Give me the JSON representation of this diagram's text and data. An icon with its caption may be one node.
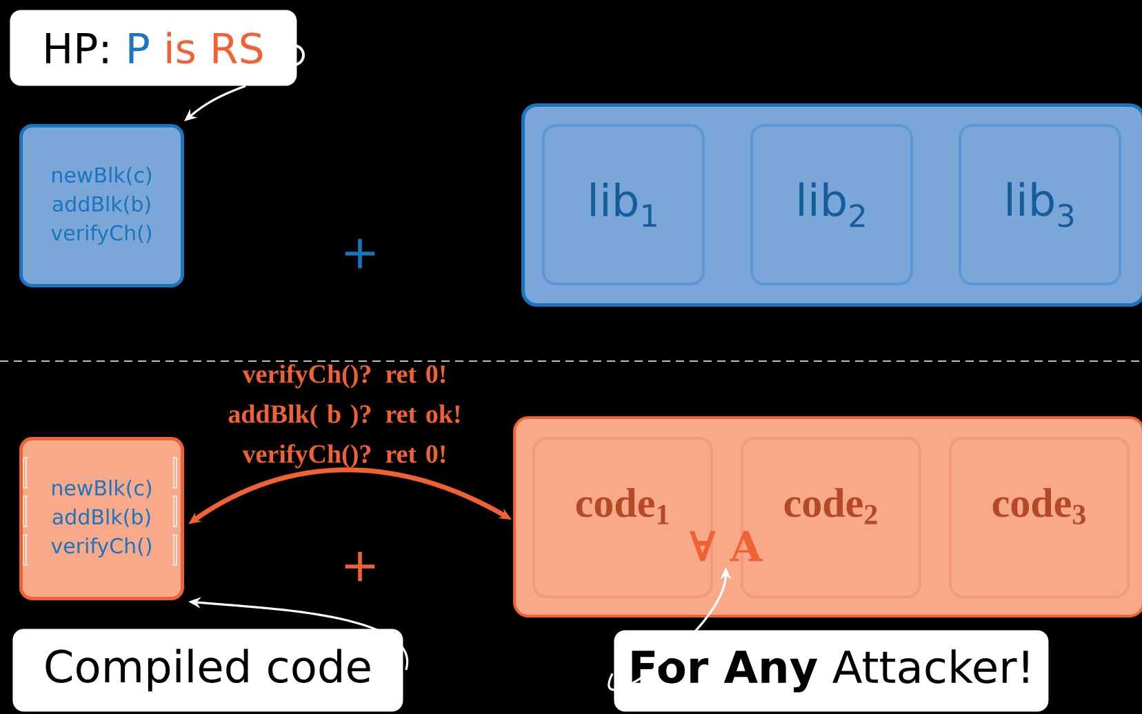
{
  "diagram": {
    "nodes": [
      {
        "text": [
          "HP:",
          "P",
          "is RS"
        ]
      },
      {
        "text": [
          "newBlk(c)",
          "addBlk(b)",
          "verifyCh()"
        ]
      },
      {
        "text": [],
        "shape": "box"
      },
      {
        "text": [
          "lib$_{1}$"
        ],
        "in": 2
      },
      {
        "text": [
          "lib$_{2}$"
        ],
        "in": 2
      },
      {
        "text": [
          "lib$_{3}$"
        ],
        "in": 2
      },
      {
        "text": [
          "newBlk(c)",
          "addBlk(b)",
          "verifyCh()"
        ]
      },
      {
        "text": [],
        "shape": "box"
      },
      {
        "text": [
          "code$_{1}$"
        ],
        "in": 7
      },
      {
        "text": [
          "code$_{2}$"
        ],
        "in": 7
      },
      {
        "text": [
          "code$_{3}$"
        ],
        "in": 7
      },
      {
        "text": [
          "∀ A"
        ],
        "in": 7
      },
      {
        "text": [
          "Compiled code"
        ]
      },
      {
        "text": [
          "**For Any** Attacker!"
        ]
      }
    ],
    "edges": [
      {
        "from": 0,
        "to": 1,
        "arrow": "to"
      },
      {
        "from": 6,
        "to": 7,
        "arrow": "both",
        "label": "verifyCh()? ret 0! addBlk( b )? ret ok! verifyCh()? ret 0!",
        "style": "thick",
        "color": "#f06234"
      },
      {
        "from": 12,
        "to": 6,
        "arrow": "to"
      },
      {
        "from": 13,
        "to": 11,
        "arrow": "to"
      }
    ],
    "labels": [
      "+",
      "+"
    ]
  }
}
